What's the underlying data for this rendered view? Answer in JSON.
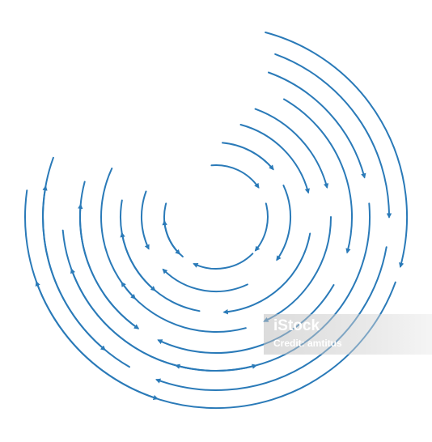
{
  "image": {
    "subject": "concentric circular arrows",
    "stroke_color": "#2a7ab8",
    "background": "#ffffff"
  },
  "watermark": {
    "brand": "iStock",
    "credit": "Credit: amtitus"
  }
}
